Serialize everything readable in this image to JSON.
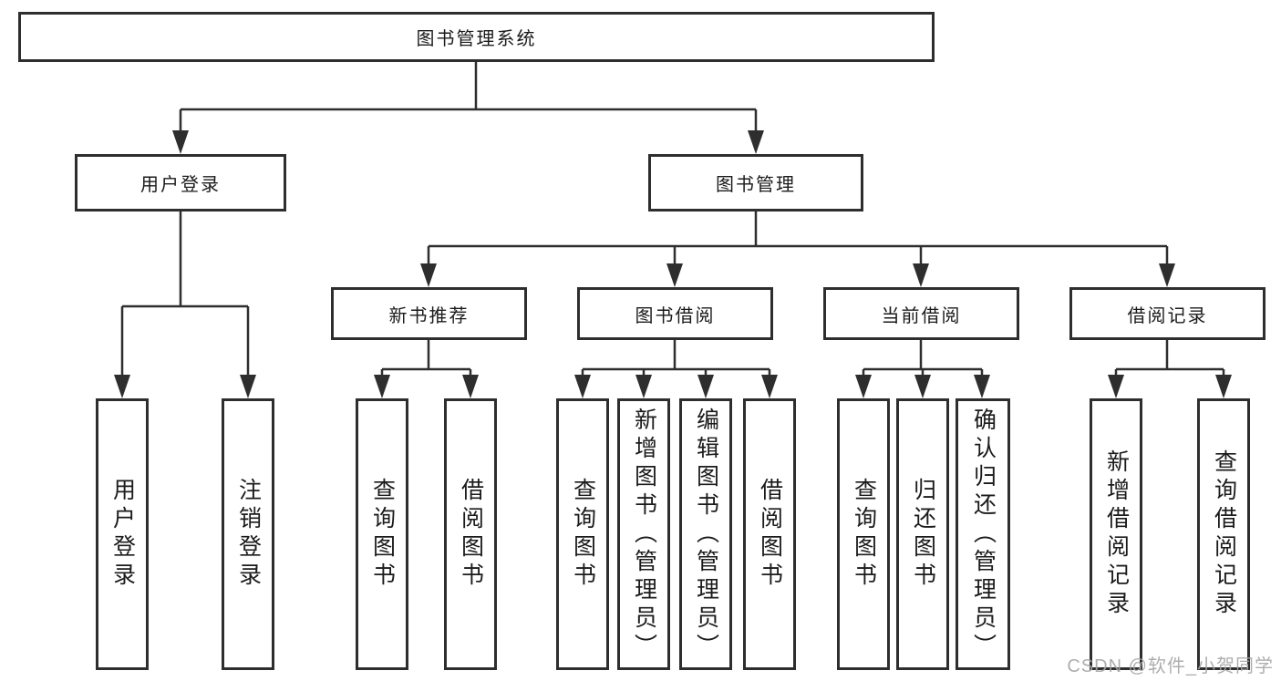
{
  "diagram": {
    "type": "hierarchy-tree",
    "background_color": "#ffffff",
    "line_color": "#2e2e2e",
    "text_color": "#1b1b1b",
    "watermark_color": "#a6a6a6"
  },
  "tree": {
    "root": {
      "label": "图书管理系统"
    },
    "children": [
      {
        "label": "用户登录",
        "children": [
          {
            "label": "用户登录"
          },
          {
            "label": "注销登录"
          }
        ]
      },
      {
        "label": "图书管理",
        "children": [
          {
            "label": "新书推荐",
            "children": [
              {
                "label": "查询图书"
              },
              {
                "label": "借阅图书"
              }
            ]
          },
          {
            "label": "图书借阅",
            "children": [
              {
                "label": "查询图书"
              },
              {
                "label": "新增图书（管理员）"
              },
              {
                "label": "编辑图书（管理员）"
              },
              {
                "label": "借阅图书"
              }
            ]
          },
          {
            "label": "当前借阅",
            "children": [
              {
                "label": "查询图书"
              },
              {
                "label": "归还图书"
              },
              {
                "label": "确认归还（管理员）"
              }
            ]
          },
          {
            "label": "借阅记录",
            "children": [
              {
                "label": "新增借阅记录"
              },
              {
                "label": "查询借阅记录"
              }
            ]
          }
        ]
      }
    ]
  },
  "watermark": {
    "text": "CSDN @软件_小贺同学"
  }
}
